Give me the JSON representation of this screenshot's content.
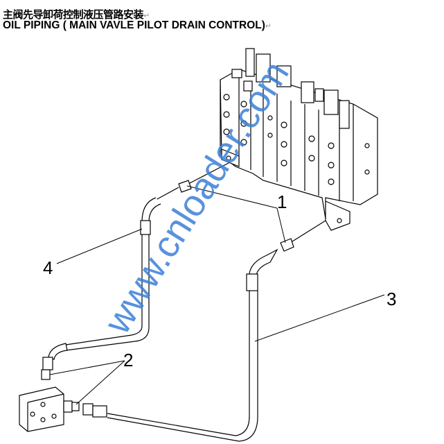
{
  "title_cn": "主阀先导卸荷控制液压管路安装",
  "title_en": "OIL PIPING ( MAIN VAVLE PILOT DRAIN CONTROL)",
  "paragraph_mark": "↵",
  "callouts": [
    "1",
    "2",
    "3",
    "4"
  ],
  "watermark": "www.cnloader.com",
  "colors": {
    "line": "#000000",
    "watermark": "#3a7fd8"
  }
}
